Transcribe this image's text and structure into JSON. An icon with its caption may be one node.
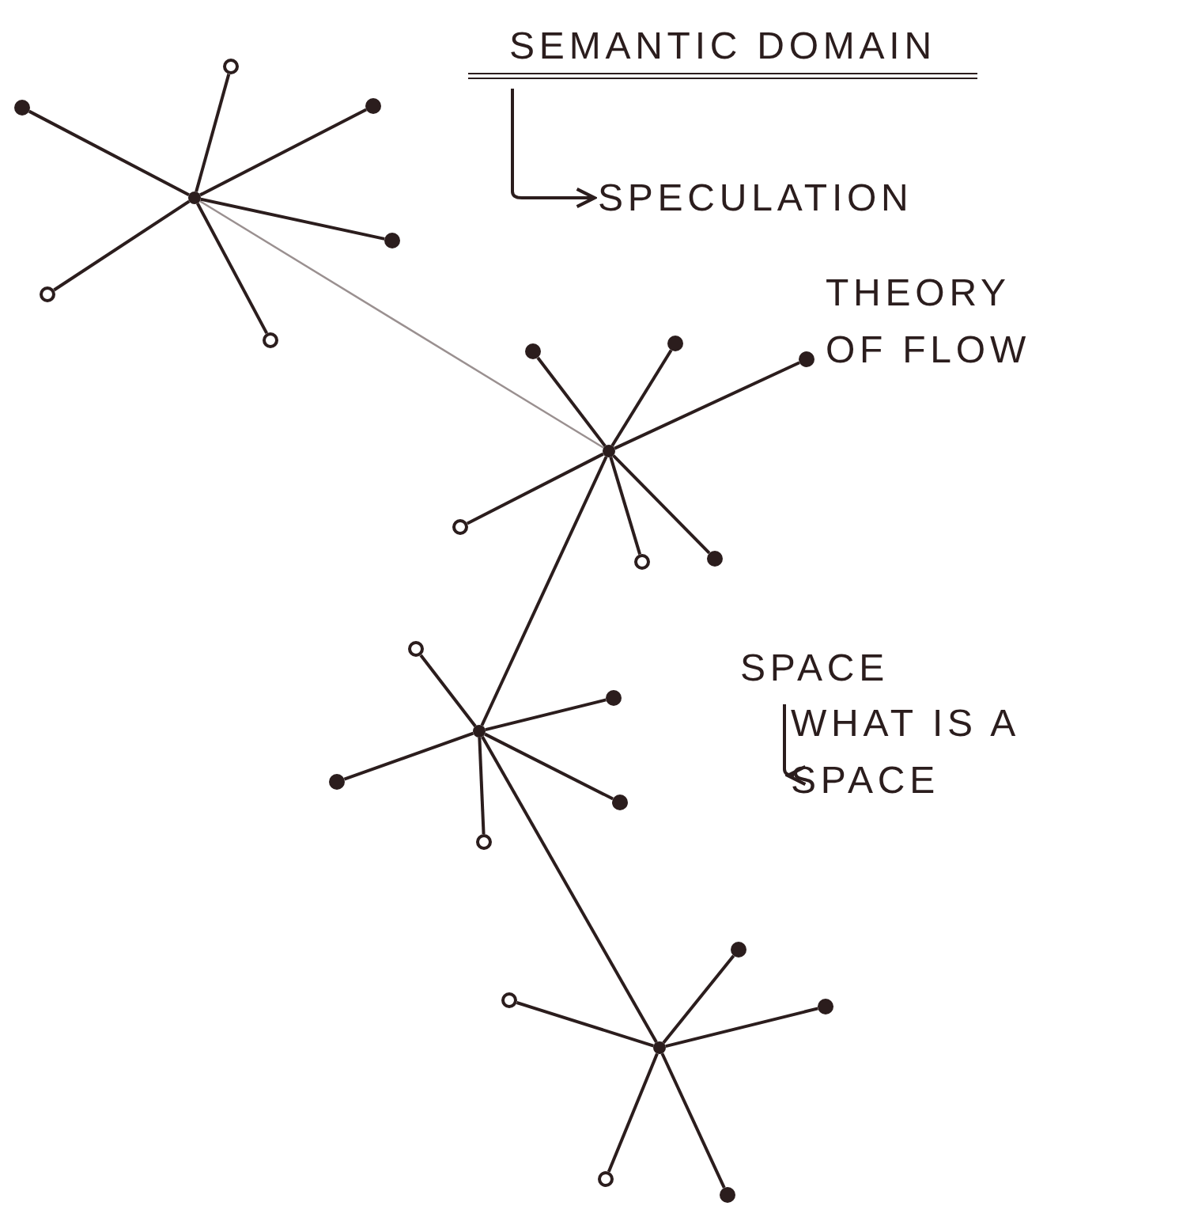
{
  "diagram": {
    "nodes": [
      {
        "text": [
          "SEMANTIC DOMAIN"
        ]
      },
      {
        "text": [
          "SPECULATION"
        ]
      },
      {
        "text": [
          "THEORY OF FLOW"
        ]
      },
      {
        "text": [
          "SPACE"
        ]
      },
      {
        "text": [
          "WHAT IS A SPACE"
        ]
      },
      {
        "text": [],
        "shape": "dot"
      },
      {
        "text": [],
        "shape": "dot"
      },
      {
        "text": [],
        "shape": "circle"
      },
      {
        "text": [],
        "shape": "dot"
      },
      {
        "text": [],
        "shape": "dot"
      },
      {
        "text": [],
        "shape": "circle"
      },
      {
        "text": [],
        "shape": "circle"
      },
      {
        "text": [],
        "shape": "dot"
      },
      {
        "text": [],
        "shape": "dot"
      },
      {
        "text": [],
        "shape": "dot"
      },
      {
        "text": [],
        "shape": "dot"
      },
      {
        "text": [],
        "shape": "circle"
      },
      {
        "text": [],
        "shape": "circle"
      },
      {
        "text": [],
        "shape": "dot"
      },
      {
        "text": [],
        "shape": "dot"
      },
      {
        "text": [],
        "shape": "circle"
      },
      {
        "text": [],
        "shape": "dot"
      },
      {
        "text": [],
        "shape": "dot"
      },
      {
        "text": [],
        "shape": "circle"
      },
      {
        "text": [],
        "shape": "dot"
      },
      {
        "text": [],
        "shape": "dot"
      },
      {
        "text": [],
        "shape": "circle"
      },
      {
        "text": [],
        "shape": "dot"
      },
      {
        "text": [],
        "shape": "dot"
      },
      {
        "text": [],
        "shape": "circle"
      },
      {
        "text": [],
        "shape": "dot"
      }
    ],
    "edges": [
      {
        "from": 0,
        "to": 1,
        "arrow": "to"
      },
      {
        "from": 3,
        "to": 4,
        "arrow": "to"
      },
      {
        "from": 5,
        "to": 12,
        "arrow": "none",
        "color": "#9a9090"
      },
      {
        "from": 12,
        "to": 19,
        "arrow": "none"
      },
      {
        "from": 19,
        "to": 25,
        "arrow": "none"
      },
      {
        "from": 5,
        "to": 6,
        "arrow": "none"
      },
      {
        "from": 5,
        "to": 7,
        "arrow": "none"
      },
      {
        "from": 5,
        "to": 8,
        "arrow": "none"
      },
      {
        "from": 5,
        "to": 9,
        "arrow": "none"
      },
      {
        "from": 5,
        "to": 10,
        "arrow": "none"
      },
      {
        "from": 5,
        "to": 11,
        "arrow": "none"
      },
      {
        "from": 12,
        "to": 13,
        "arrow": "none"
      },
      {
        "from": 12,
        "to": 14,
        "arrow": "none"
      },
      {
        "from": 12,
        "to": 15,
        "arrow": "none"
      },
      {
        "from": 12,
        "to": 16,
        "arrow": "none"
      },
      {
        "from": 12,
        "to": 17,
        "arrow": "none"
      },
      {
        "from": 12,
        "to": 18,
        "arrow": "none"
      },
      {
        "from": 19,
        "to": 20,
        "arrow": "none"
      },
      {
        "from": 19,
        "to": 21,
        "arrow": "none"
      },
      {
        "from": 19,
        "to": 22,
        "arrow": "none"
      },
      {
        "from": 19,
        "to": 23,
        "arrow": "none"
      },
      {
        "from": 19,
        "to": 24,
        "arrow": "none"
      },
      {
        "from": 25,
        "to": 26,
        "arrow": "none"
      },
      {
        "from": 25,
        "to": 27,
        "arrow": "none"
      },
      {
        "from": 25,
        "to": 28,
        "arrow": "none"
      },
      {
        "from": 25,
        "to": 29,
        "arrow": "none"
      },
      {
        "from": 25,
        "to": 30,
        "arrow": "none"
      }
    ]
  }
}
